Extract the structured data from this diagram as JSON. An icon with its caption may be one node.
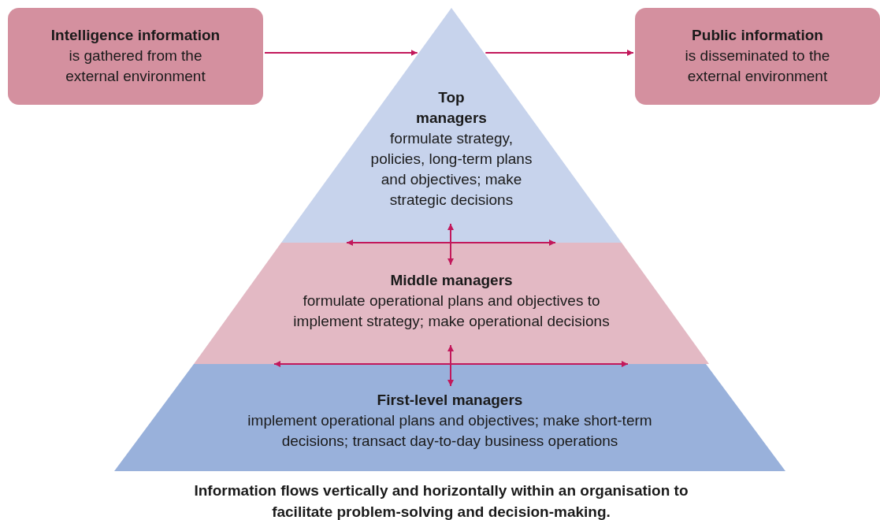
{
  "diagram": {
    "caption": "Information flows vertically and horizontally within an organisation to facilitate problem-solving and decision-making.",
    "nodes": [
      {
        "text": [
          "Intelligence information",
          "is gathered from the external environment"
        ]
      },
      {
        "text": [
          "Public information",
          "is disseminated to the external environment"
        ]
      },
      {
        "text": [
          "Top managers",
          "formulate strategy, policies, long-term plans and objectives; make strategic decisions"
        ]
      },
      {
        "text": [
          "Middle managers",
          "formulate operational plans and objectives to implement strategy; make operational decisions"
        ]
      },
      {
        "text": [
          "First-level managers",
          "implement operational plans and objectives; make short-term decisions; transact day-to-day business operations"
        ]
      }
    ],
    "edges": [
      {
        "from": 0,
        "to": 2,
        "arrow": "to"
      },
      {
        "from": 2,
        "to": 1,
        "arrow": "to"
      },
      {
        "from": 2,
        "to": 3,
        "arrow": "both"
      },
      {
        "from": 3,
        "to": 4,
        "arrow": "both"
      }
    ]
  }
}
